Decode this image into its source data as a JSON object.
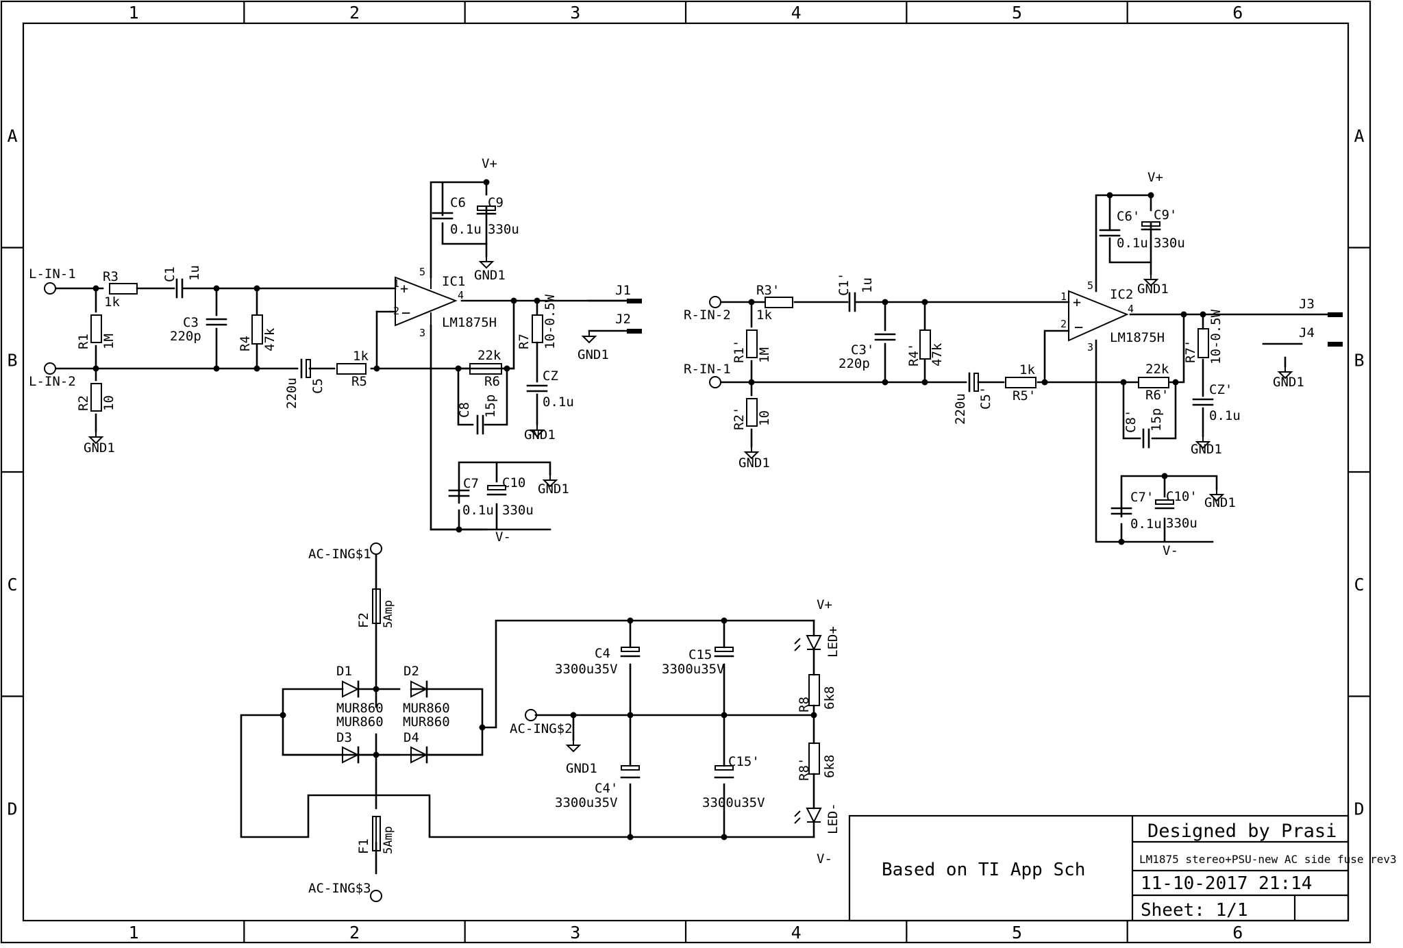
{
  "frame": {
    "columns": [
      "1",
      "2",
      "3",
      "4",
      "5",
      "6"
    ],
    "rows": [
      "A",
      "B",
      "C",
      "D"
    ]
  },
  "title_block": {
    "designer": "Designed by Prasi",
    "project": "LM1875 stereo+PSU-new AC side fuse rev3",
    "date": "11-10-2017 21:14",
    "sheet": "Sheet: 1/1",
    "note": "Based on TI App Sch"
  },
  "left_channel": {
    "inputs": [
      "L-IN-1",
      "L-IN-2"
    ],
    "r3": "R3",
    "r3_val": "1k",
    "c1": "C1",
    "c1_val": "1u",
    "r1": "R1",
    "r1_val": "1M",
    "r2": "R2",
    "r2_val": "10",
    "c3": "C3",
    "c3_val": "220p",
    "r4": "R4",
    "r4_val": "47k",
    "c5": "C5",
    "c5_val": "220u",
    "r5": "R5",
    "r5_val": "1k",
    "r6": "R6",
    "r6_val": "22k",
    "c8": "C8",
    "c8_val": "15p",
    "ic": "IC1",
    "ic_val": "LM1875H",
    "pins": [
      "1",
      "2",
      "3",
      "4",
      "5"
    ],
    "c6": "C6",
    "c6_val": "0.1u",
    "c9": "C9",
    "c9_val": "330u",
    "c7": "C7",
    "c7_val": "0.1u",
    "c10": "C10",
    "c10_val": "330u",
    "r7": "R7",
    "r7_val": "10-0.5W",
    "cz": "CZ",
    "cz_val": "0.1u",
    "j1": "J1",
    "j2": "J2",
    "vplus": "V+",
    "vminus": "V-",
    "gnd": "GND1"
  },
  "right_channel": {
    "inputs": [
      "R-IN-2",
      "R-IN-1"
    ],
    "r3": "R3'",
    "r3_val": "1k",
    "c1": "C1'",
    "c1_val": "1u",
    "r1": "R1'",
    "r1_val": "1M",
    "r2": "R2'",
    "r2_val": "10",
    "c3": "C3'",
    "c3_val": "220p",
    "r4": "R4'",
    "r4_val": "47k",
    "c5": "C5'",
    "c5_val": "220u",
    "r5": "R5'",
    "r5_val": "1k",
    "r6": "R6'",
    "r6_val": "22k",
    "c8": "C8'",
    "c8_val": "15p",
    "ic": "IC2",
    "ic_val": "LM1875H",
    "pins": [
      "1",
      "2",
      "3",
      "4",
      "5"
    ],
    "c6": "C6'",
    "c6_val": "0.1u",
    "c9": "C9'",
    "c9_val": "330u",
    "c7": "C7'",
    "c7_val": "0.1u",
    "c10": "C10'",
    "c10_val": "330u",
    "r7": "R7'",
    "r7_val": "10-0.5W",
    "cz": "CZ'",
    "cz_val": "0.1u",
    "j1": "J3",
    "j2": "J4",
    "vplus": "V+",
    "vminus": "V-",
    "gnd": "GND1"
  },
  "psu": {
    "ac1": "AC-ING$1",
    "ac2": "AC-ING$2",
    "ac3": "AC-ING$3",
    "f2": "F2",
    "f2_val": "5Amp",
    "f1": "F1",
    "f1_val": "5Amp",
    "d1": "D1",
    "d2": "D2",
    "d3": "D3",
    "d4": "D4",
    "diode_val": "MUR860",
    "c4": "C4",
    "c4_val": "3300u35V",
    "c15": "C15",
    "c15_val": "3300u35V",
    "c4p": "C4'",
    "c4p_val": "3300u35V",
    "c15p": "C15'",
    "c15p_val": "3300u35V",
    "r8": "R8",
    "r8_val": "6k8",
    "r8p": "R8'",
    "r8p_val": "6k8",
    "ledp": "LED+",
    "ledm": "LED-",
    "vplus": "V+",
    "vminus": "V-",
    "gnd": "GND1"
  }
}
